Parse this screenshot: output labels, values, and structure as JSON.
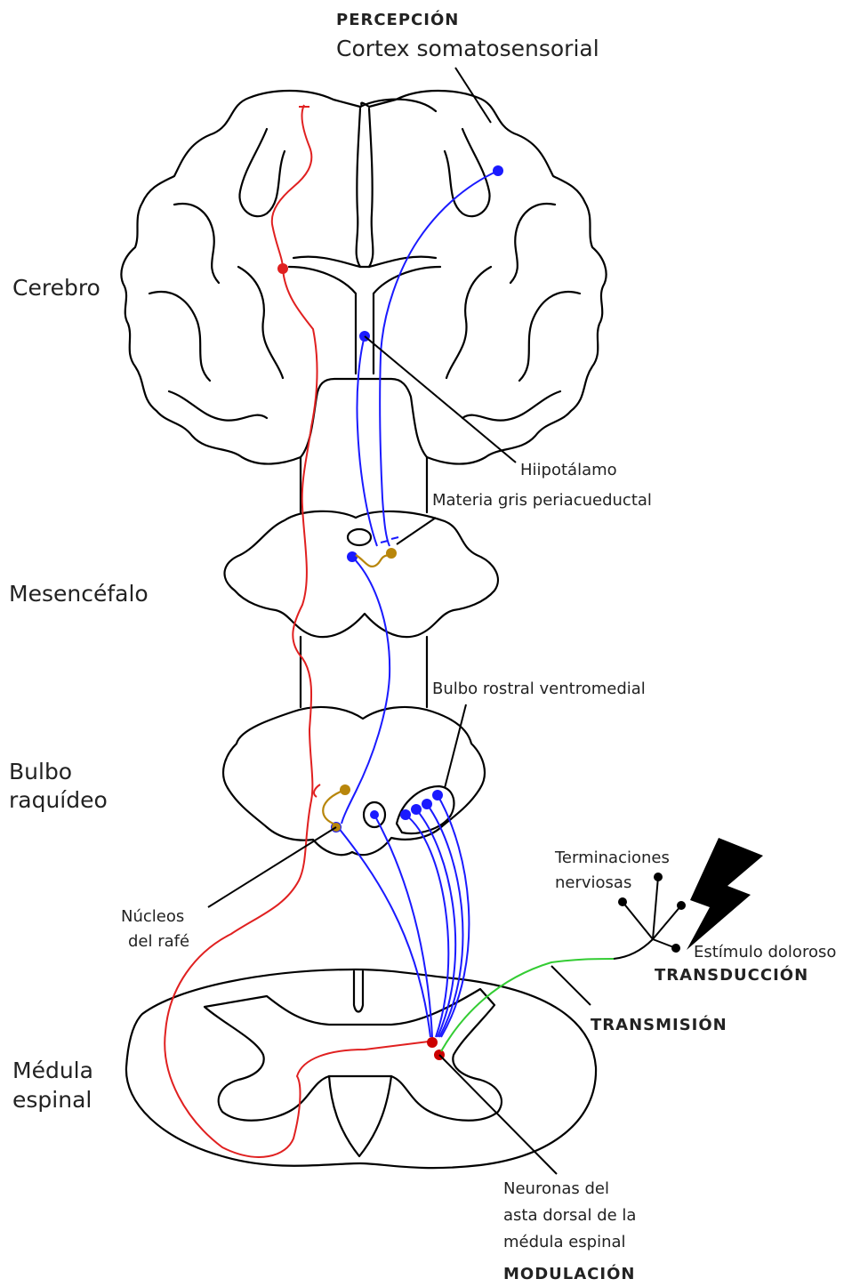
{
  "labels": {
    "perception_heading": "PERCEPCIÓN",
    "cortex": "Cortex somatosensorial",
    "cerebro": "Cerebro",
    "hipotalamo": "Hiipotálamo",
    "materia_gris": "Materia gris periacueductal",
    "mesencefalo": "Mesencéfalo",
    "bulbo_rostral": "Bulbo rostral ventromedial",
    "bulbo_line1": "Bulbo",
    "bulbo_line2": "raquídeo",
    "terminaciones_line1": "Terminaciones",
    "terminaciones_line2": "nerviosas",
    "nucleos_line1": "Núcleos",
    "nucleos_line2": "del rafé",
    "estimulo": "Estímulo doloroso",
    "transduccion": "TRANSDUCCIÓN",
    "transmision": "TRANSMISIÓN",
    "medula_line1": "Médula",
    "medula_line2": "espinal",
    "neuronas_line1": "Neuronas del",
    "neuronas_line2": "asta dorsal de la",
    "neuronas_line3": "médula espinal",
    "modulacion": "MODULACIÓN"
  },
  "colors": {
    "descending_pathway": "#e02020",
    "ascending_pathway": "#1a1aff",
    "afferent_fiber": "#33cc33",
    "interneuron": "#b8860b",
    "outline": "#000000"
  }
}
